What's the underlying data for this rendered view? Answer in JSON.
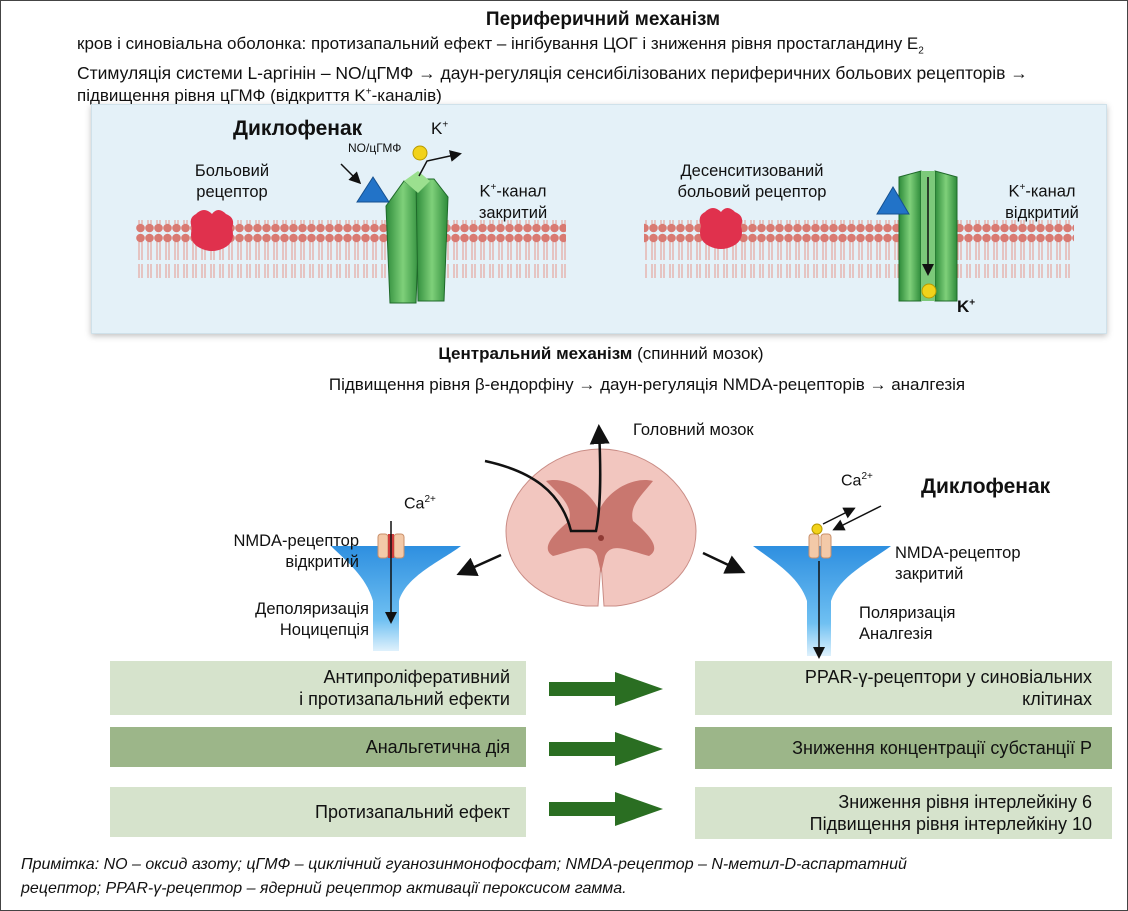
{
  "peripheral": {
    "title": "Периферичний механізм",
    "line1_main": "кров і синовіальна оболонка: протизапальний ефект – інгібування ЦОГ і зниження рівня простагландину Е",
    "line1_sub": "2",
    "line2": "Стимуляція системи L-аргінін – NO/цГМФ → даун-регуляція сенсибілізованих периферичних больових рецепторів →",
    "line3_main": "підвищення рівня цГМФ (відкриття K",
    "line3_sup": "+",
    "line3_end": "-каналів)",
    "drug": "Диклофенак",
    "no_cgmp": "NO/цГМФ",
    "k_label": "K",
    "k_sup": "+",
    "pain_receptor_1": "Больовий",
    "pain_receptor_2": "рецептор",
    "k_channel_closed_1": "K",
    "k_channel_closed_sup": "+",
    "k_channel_closed_1b": "-канал",
    "k_channel_closed_2": "закритий",
    "desens_1": "Десенситизований",
    "desens_2": "больовий рецептор",
    "k_channel_open_1": "K",
    "k_channel_open_sup": "+",
    "k_channel_open_1b": "-канал",
    "k_channel_open_2": "відкритий",
    "k_bottom": "K",
    "k_bottom_sup": "+"
  },
  "central": {
    "title": "Центральний механізм",
    "title_note": "(спинний мозок)",
    "line": "Підвищення рівня β-ендорфіну → даун-регуляція NMDA-рецепторів → аналгезія",
    "brain": "Головний мозок",
    "ca_left": "Ca",
    "ca_left_sup": "2+",
    "ca_right": "Ca",
    "ca_right_sup": "2+",
    "nmda_open_1": "NMDA-рецептор",
    "nmda_open_2": "відкритий",
    "depol_1": "Деполяризація",
    "depol_2": "Ноцицепція",
    "drug": "Диклофенак",
    "nmda_closed_1": "NMDA-рецептор",
    "nmda_closed_2": "закритий",
    "pol_1": "Поляризація",
    "pol_2": "Аналгезія"
  },
  "effects": [
    {
      "left_1": "Антипроліферативний",
      "left_2": "і протизапальний ефекти",
      "right_1": "PPAR-γ-рецептори у синовіальних",
      "right_2": "клітинах"
    },
    {
      "left_1": "Анальгетична дія",
      "left_2": "",
      "right_1": "Зниження концентрації субстанції Р",
      "right_2": ""
    },
    {
      "left_1": "Протизапальний ефект",
      "left_2": "",
      "right_1": "Зниження рівня інтерлейкіну 6",
      "right_2": "Підвищення рівня інтерлейкіну 10"
    }
  ],
  "note": {
    "line1": "Примітка: NO – оксид азоту; цГМФ – циклічний гуанозинмонофосфат; NMDA-рецептор – N-метил-D-аспартатний",
    "line2": "рецептор; PPAR-γ-рецептор – ядерний рецептор активації пероксисом гамма."
  },
  "colors": {
    "membrane": "#d97a72",
    "membrane_dark": "#c0504a",
    "channel_green": "#3fa84a",
    "receptor_red": "#e0314d",
    "panel_bg": "#e4f1f8",
    "arrow_green": "#2a6e22",
    "box_light": "#d6e3cc",
    "box_dark": "#9cb689",
    "neuron_blue": "#2e8fe0",
    "spinal_pink": "#f2c6bf",
    "spinal_gray": "#c9776f"
  }
}
